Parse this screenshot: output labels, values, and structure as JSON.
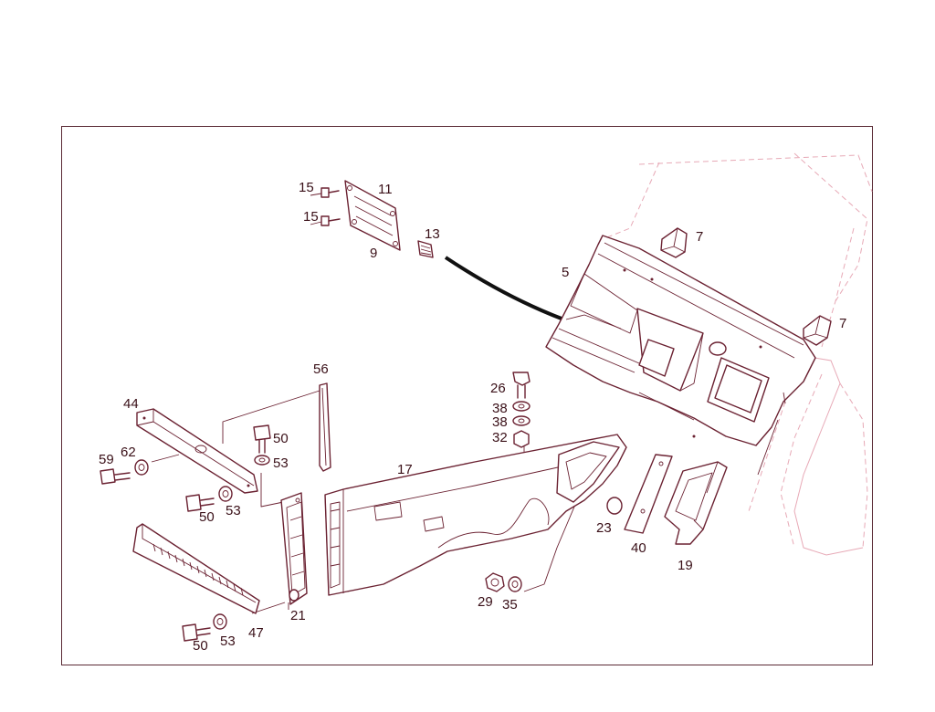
{
  "labels": {
    "l15a": "15",
    "l15b": "15",
    "l11": "11",
    "l9": "9",
    "l13": "13",
    "l7a": "7",
    "l7b": "7",
    "l5": "5",
    "l56": "56",
    "l44": "44",
    "l62": "62",
    "l59": "59",
    "l50a": "50",
    "l53a": "53",
    "l50b": "50",
    "l53b": "53",
    "l26": "26",
    "l38a": "38",
    "l38b": "38",
    "l32": "32",
    "l17": "17",
    "l23": "23",
    "l40": "40",
    "l19": "19",
    "l21": "21",
    "l29": "29",
    "l35": "35",
    "l47": "47",
    "l50c": "50",
    "l53c": "53"
  }
}
